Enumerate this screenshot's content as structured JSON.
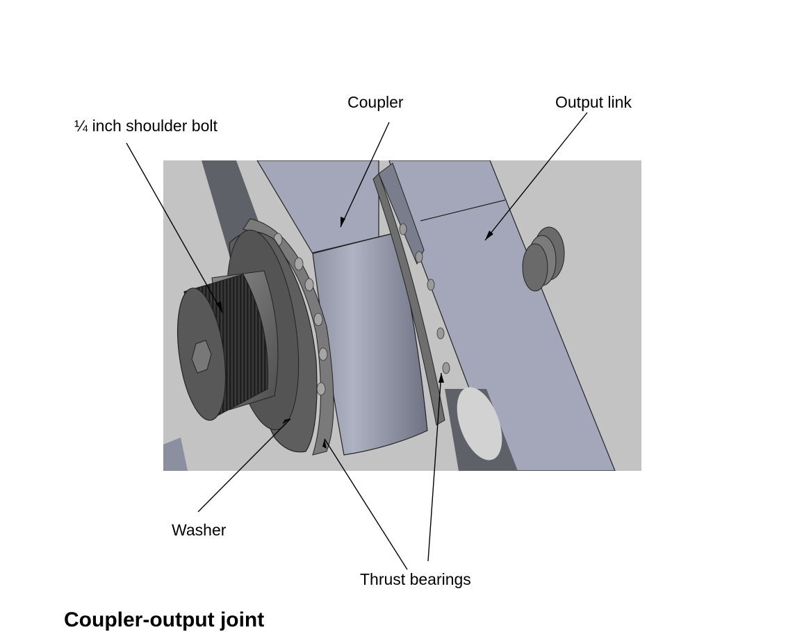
{
  "labels": {
    "shoulder_bolt": "¼ inch shoulder bolt",
    "coupler": "Coupler",
    "output_link": "Output link",
    "washer": "Washer",
    "thrust_bearings": "Thrust bearings"
  },
  "caption": "Coupler-output joint",
  "colors": {
    "background_panel": "#c3c3c3",
    "link_face": "#a3a7b9",
    "link_edge": "#5f6169",
    "bolt_body": "#6a6a6a",
    "leader_line": "#000000"
  }
}
